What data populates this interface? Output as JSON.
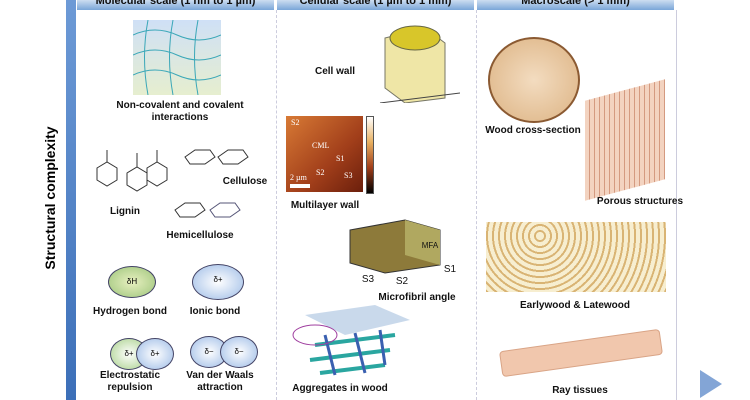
{
  "axis_label": "Structural complexity",
  "headers": [
    "Molecular scale (1 nm to 1 µm)",
    "Cellular scale (1 µm to 1 mm)",
    "Macroscale (> 1 mm)"
  ],
  "molecular": {
    "interactions": "Non-covalent  and covalent interactions",
    "lignin": "Lignin",
    "cellulose": "Cellulose",
    "hemicellulose": "Hemicellulose",
    "hbond": "Hydrogen bond",
    "ionic": "Ionic bond",
    "electrostatic": "Electrostatic repulsion",
    "vdw": "Van der Waals attraction",
    "hbond_sym": "δH",
    "ion_plus": "δ+",
    "ion_minus": "δ−"
  },
  "cellular": {
    "cell_wall": "Cell wall",
    "multilayer": "Multilayer wall",
    "afm_labels": [
      "S2",
      "CML",
      "S1",
      "S2",
      "S3",
      "2 µm"
    ],
    "microfibril": "Microfibril angle",
    "mfa": "MFA",
    "layers": [
      "S3",
      "S2",
      "S1"
    ],
    "aggregates": "Aggregates in wood"
  },
  "macro": {
    "cross_section": "Wood cross-section",
    "porous": "Porous structures",
    "early_late": "Earlywood & Latewood",
    "ray": "Ray tissues"
  }
}
